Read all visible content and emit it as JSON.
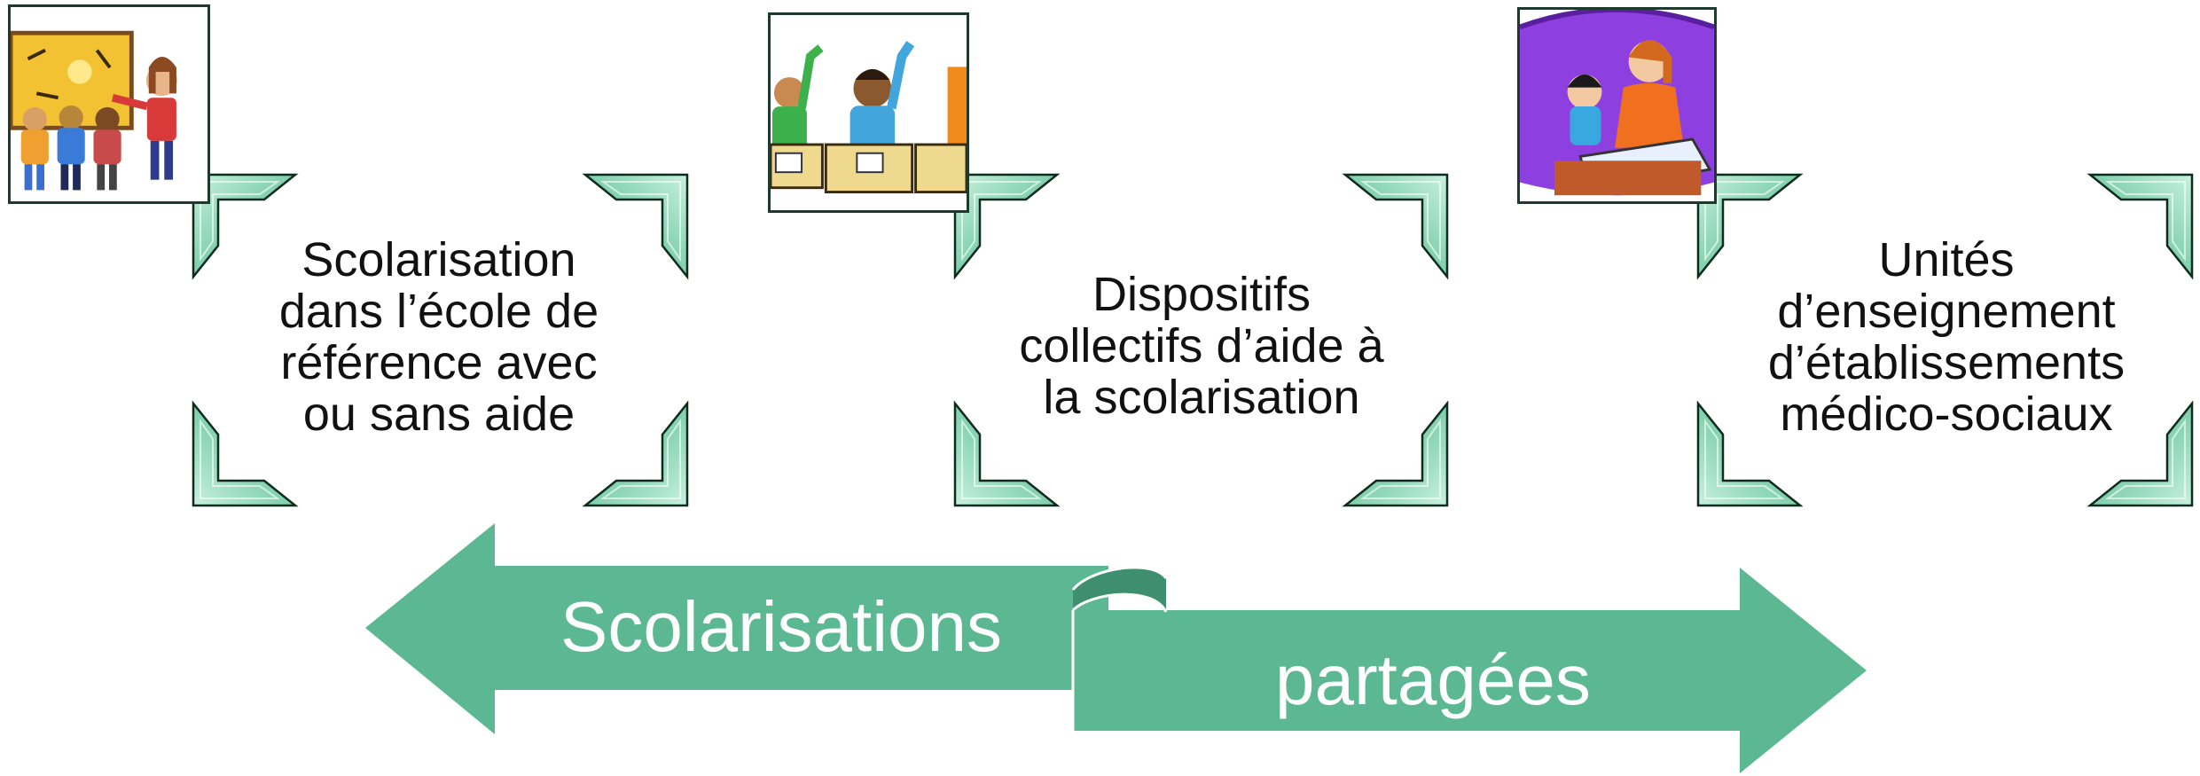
{
  "boxes": [
    {
      "lines": [
        "Scolarisation",
        "dans l’école de",
        "référence avec",
        "ou sans aide"
      ],
      "picture": "teacher-at-board-with-pupils"
    },
    {
      "lines": [
        "Dispositifs",
        "collectifs d’aide à",
        "la scolarisation"
      ],
      "picture": "pupils-raising-hands"
    },
    {
      "lines": [
        "Unités",
        "d’enseignement",
        "d’établissements",
        "médico-sociaux"
      ],
      "picture": "adult-helping-child"
    }
  ],
  "arrow": {
    "left_label": "Scolarisations",
    "right_label": "partagées"
  },
  "colors": {
    "arrow_fill": "#5cb893",
    "arrow_fold": "#3e8f6f",
    "bracket_light": "#9fe0c3",
    "bracket_dark": "#3d9a74",
    "text": "#111111"
  }
}
